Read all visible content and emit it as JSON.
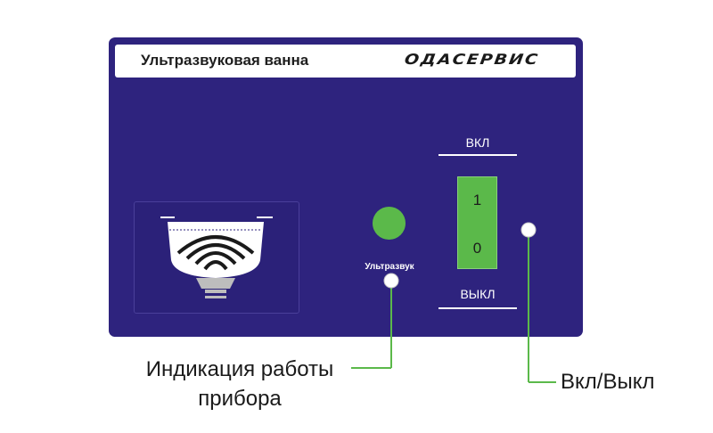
{
  "panel": {
    "title": "Ультразвуковая ванна",
    "brand": "ОДАСЕРВИС"
  },
  "bath_icon": {
    "name": "ultrasonic-bath-icon"
  },
  "indicator": {
    "label": "Ультразвук",
    "state": "on",
    "color": "#5bb94a"
  },
  "power_switch": {
    "on_label": "ВКЛ",
    "off_label": "ВЫКЛ",
    "position_one": "1",
    "position_zero": "0",
    "color": "#5bb94a"
  },
  "callouts": {
    "indicator_line1": "Индикация работы",
    "indicator_line2": "прибора",
    "switch": "Вкл/Выкл",
    "line_color": "#5bb94a"
  },
  "colors": {
    "panel": "#2e237e",
    "header": "#ffffff"
  }
}
